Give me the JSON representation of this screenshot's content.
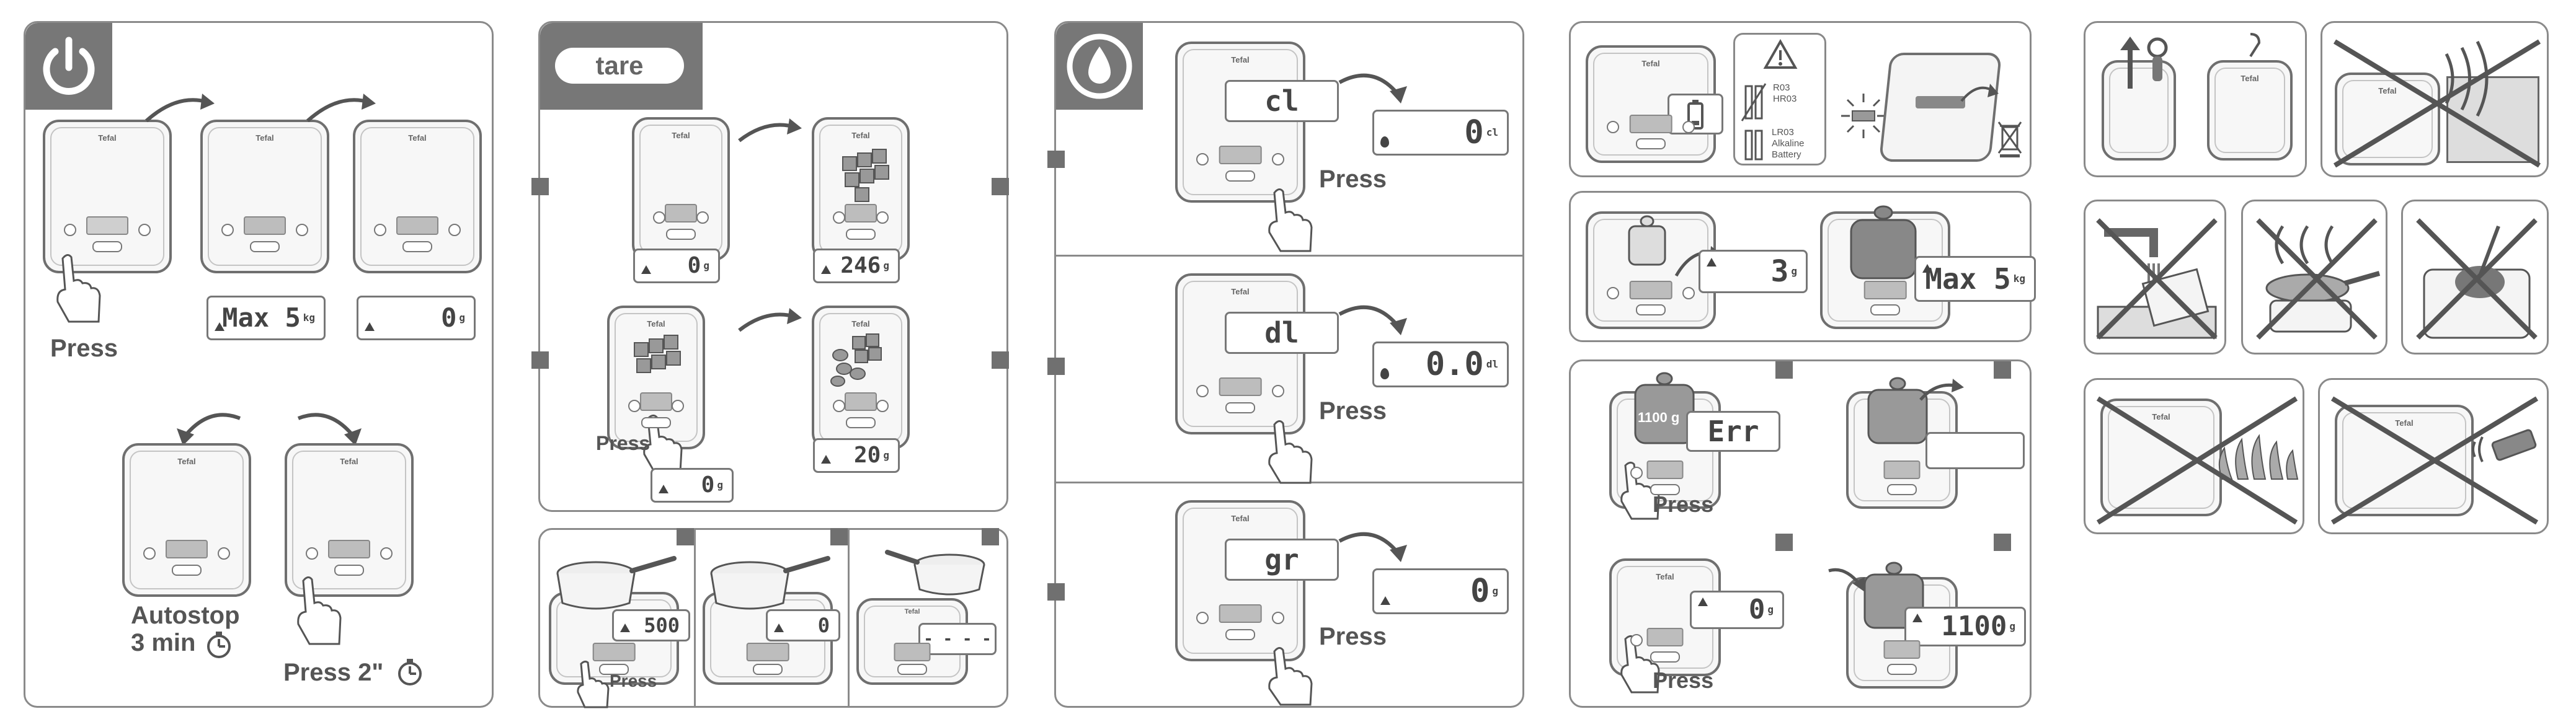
{
  "panel_on": {
    "press": "Press",
    "max_reading": "Max 5",
    "max_unit": "kg",
    "zero_reading": "0",
    "zero_unit": "g",
    "autostop": "Autostop",
    "autostop_time": "3 min",
    "press_hold": "Press 2\""
  },
  "panel_tare": {
    "badge": "tare",
    "press": "Press",
    "reading_a": "0",
    "reading_b": "246",
    "reading_c": "0",
    "reading_d": "20",
    "unit": "g",
    "liquid_reading_1": "500",
    "liquid_reading_2": "0",
    "liquid_reading_3": "- - - -",
    "liquid_press": "Press"
  },
  "panel_units": {
    "unit_cl": "cl",
    "reading_cl": "0",
    "unit_dl": "dl",
    "reading_dl": "0.0",
    "unit_gr": "gr",
    "reading_gr": "0",
    "unit_g": "g",
    "press": "Press"
  },
  "panel_battery": {
    "battery_line_1": "R03",
    "battery_line_2": "HR03",
    "battery_line_3": "LR03",
    "battery_line_4": "Alkaline",
    "battery_line_5": "Battery"
  },
  "panel_overload": {
    "reading_small": "3",
    "unit": "g",
    "max_reading": "Max 5",
    "max_unit": "kg",
    "err_reading": "Err",
    "weight_label": "1100 g",
    "zero_reading": "0",
    "final_reading": "1100",
    "press": "Press"
  },
  "brand": "Tefal"
}
